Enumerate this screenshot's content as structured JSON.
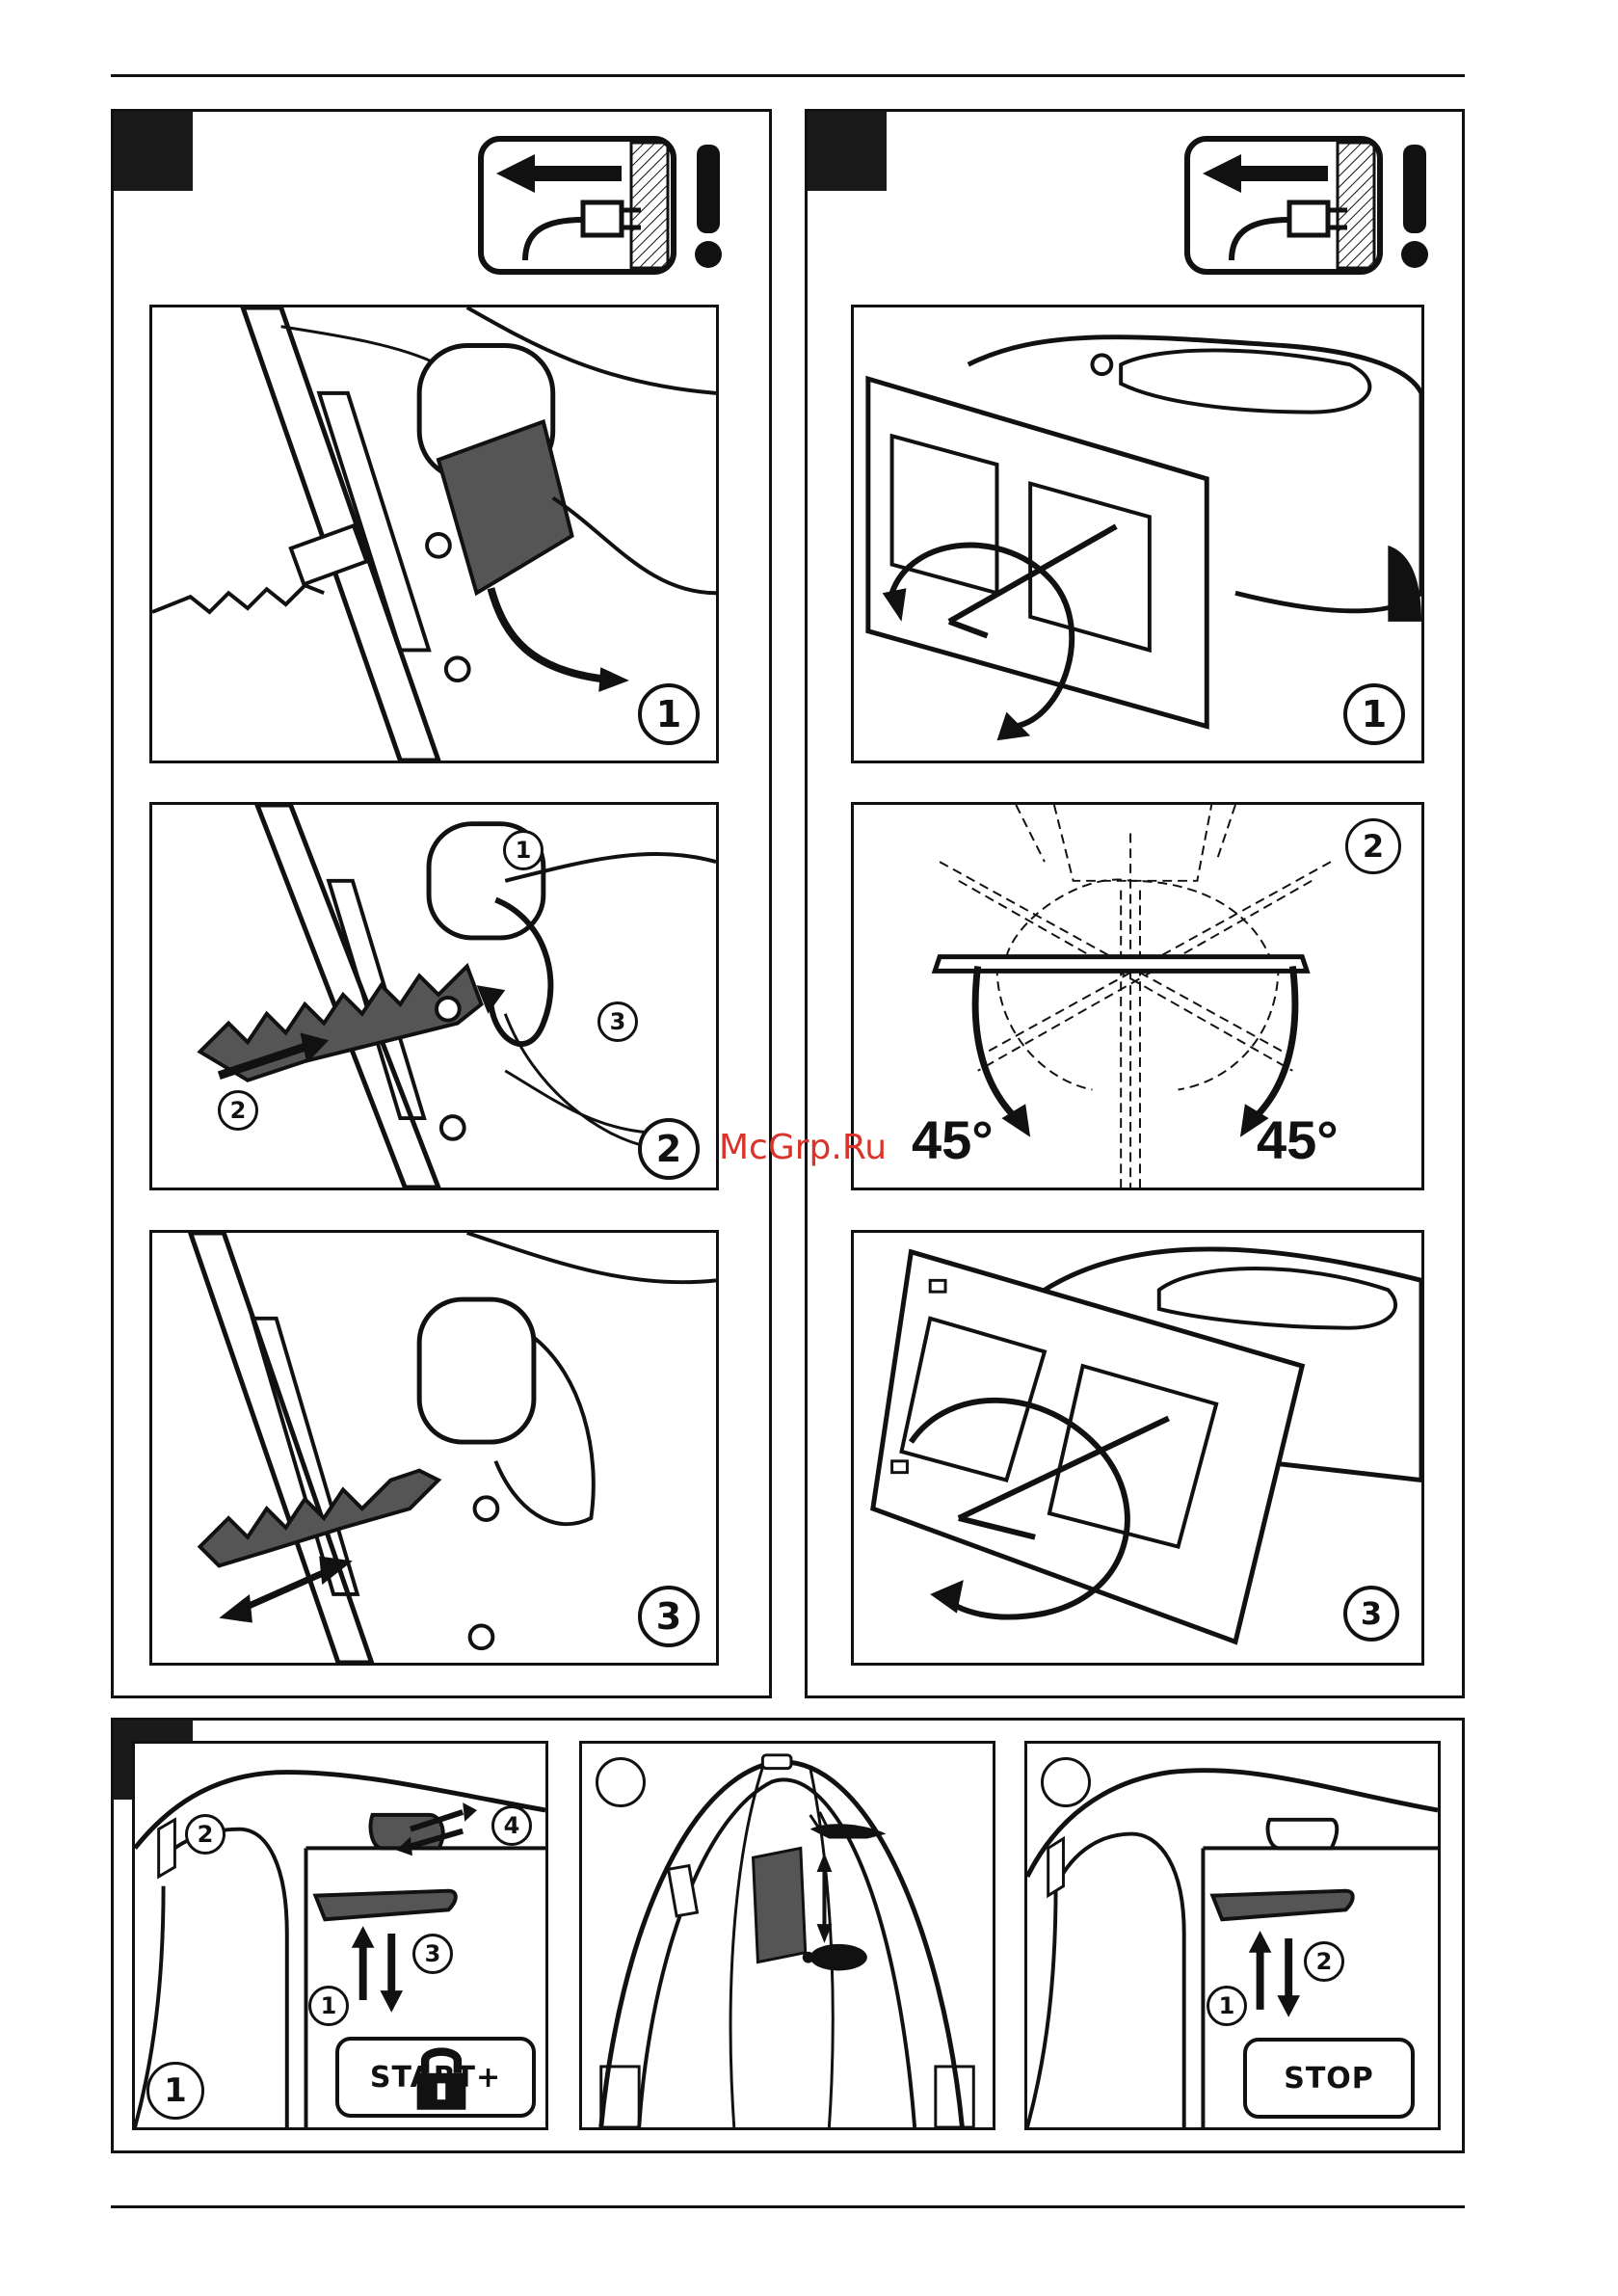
{
  "icons": {
    "unplug": "unplug-warning-icon",
    "lock": "lock-icon",
    "hare": "hare-icon",
    "tortoise": "tortoise-icon"
  },
  "watermark": "McGrp.Ru",
  "section_a": {
    "steps": [
      "1",
      "2",
      "3"
    ],
    "callouts": [
      "1",
      "2",
      "3"
    ]
  },
  "section_b": {
    "steps": [
      "1",
      "2",
      "3"
    ],
    "angles": [
      "45°",
      "45°"
    ]
  },
  "section_c": {
    "panel1": {
      "step": "1",
      "callouts": [
        "1",
        "2",
        "3",
        "4"
      ],
      "button_label": "START+"
    },
    "panel3": {
      "callouts": [
        "1",
        "2"
      ],
      "button_label": "STOP"
    }
  },
  "colors": {
    "ink": "#111111",
    "shade": "#555555",
    "watermark": "#d9332a"
  }
}
